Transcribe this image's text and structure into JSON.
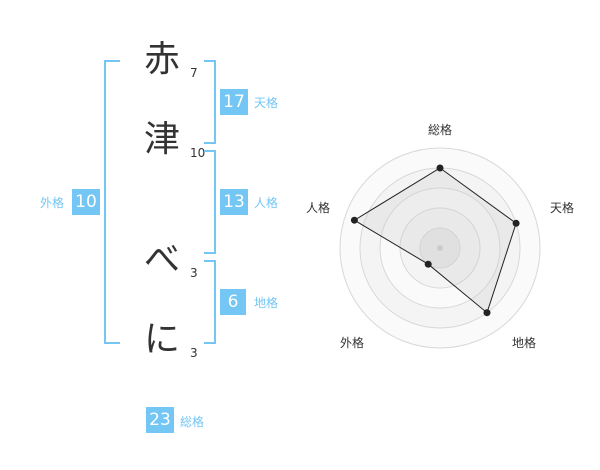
{
  "name_chars": [
    {
      "char": "赤",
      "strokes": "7"
    },
    {
      "char": "津",
      "strokes": "10"
    },
    {
      "char": "べ",
      "strokes": "3"
    },
    {
      "char": "に",
      "strokes": "3"
    }
  ],
  "kaku": {
    "tenkaku": {
      "label": "天格",
      "value": "17"
    },
    "jinkaku": {
      "label": "人格",
      "value": "13"
    },
    "chikaku": {
      "label": "地格",
      "value": "6"
    },
    "gaikaku": {
      "label": "外格",
      "value": "10"
    },
    "soukaku": {
      "label": "総格",
      "value": "23"
    }
  },
  "colors": {
    "accent": "#74c6f5",
    "text": "#333333",
    "radar_fill": "#f2f2f2",
    "radar_ring": "#d8d8d8"
  },
  "chart_data": {
    "type": "radar",
    "categories": [
      "総格",
      "天格",
      "地格",
      "外格",
      "人格"
    ],
    "values": [
      4,
      4,
      4,
      1,
      4.5
    ],
    "max": 5,
    "rings": 5
  }
}
